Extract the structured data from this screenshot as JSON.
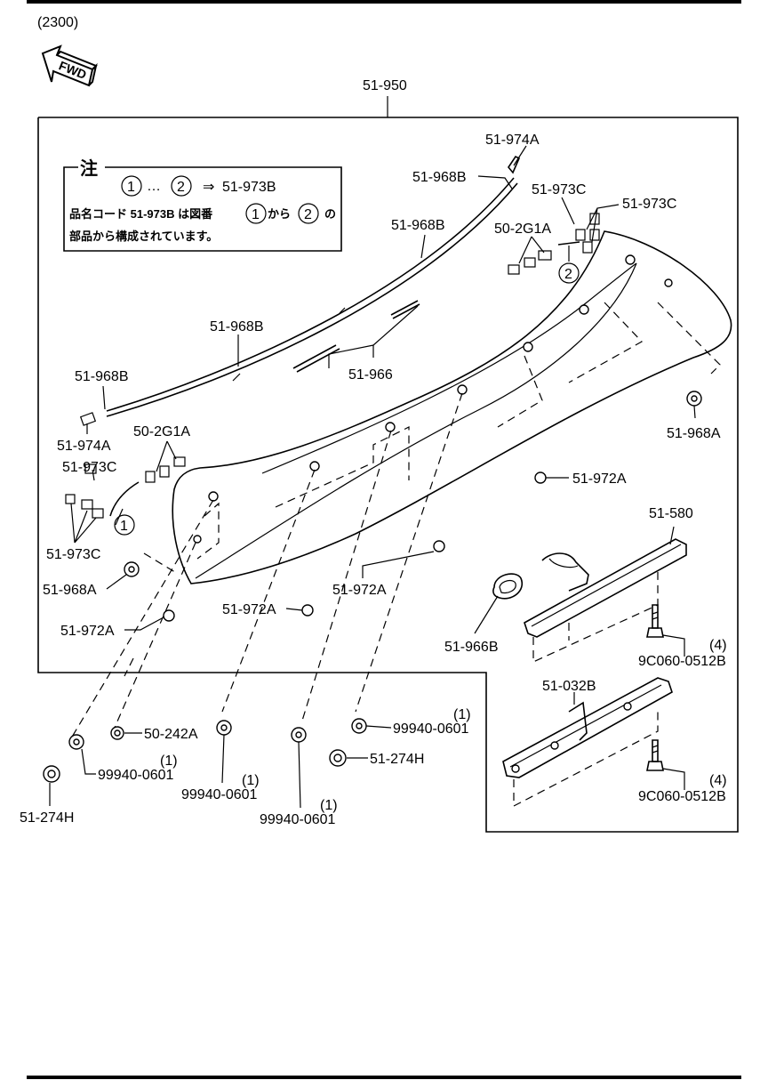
{
  "diagram_code": "(2300)",
  "direction_label": "FWD",
  "note": {
    "header": "注",
    "range_start": "1",
    "range_sep": "…",
    "range_end": "2",
    "arrow": "⇒",
    "part": "51-973B",
    "line1_a": "品名コード 51-973B は図番",
    "line1_b": "から",
    "line1_c": "の",
    "line2": "部品から構成されています。"
  },
  "labels": {
    "p51_950": "51-950",
    "p51_974A_top": "51-974A",
    "p51_968B_top": "51-968B",
    "p51_973C_a": "51-973C",
    "p51_973C_b": "51-973C",
    "p51_968B_mid": "51-968B",
    "p50_2G1A_top": "50-2G1A",
    "circle_2": "2",
    "p51_968B_left": "51-968B",
    "p51_966": "51-966",
    "p51_968B_far": "51-968B",
    "p51_974A_left": "51-974A",
    "p50_2G1A_left": "50-2G1A",
    "p51_973C_left_top": "51-973C",
    "circle_1": "1",
    "p51_973C_left_bot": "51-973C",
    "p51_968A_right": "51-968A",
    "p51_972A_right": "51-972A",
    "p51_580": "51-580",
    "p51_968A_left": "51-968A",
    "p51_972A_mid": "51-972A",
    "p51_972A_center": "51-972A",
    "p51_972A_left": "51-972A",
    "p51_966B": "51-966B",
    "qty_4a": "(4)",
    "p9C060_a": "9C060-0512B",
    "p51_032B": "51-032B",
    "qty_4b": "(4)",
    "p9C060_b": "9C060-0512B",
    "p50_242A": "50-242A",
    "p99940_r": "99940-0601",
    "qty_1_r": "(1)",
    "p51_274H_r": "51-274H",
    "p99940_l": "99940-0601",
    "qty_1_l": "(1)",
    "p51_274H_l": "51-274H",
    "p99940_m1": "99940-0601",
    "qty_1_m1": "(1)",
    "p99940_m2": "99940-0601",
    "qty_1_m2": "(1)"
  }
}
